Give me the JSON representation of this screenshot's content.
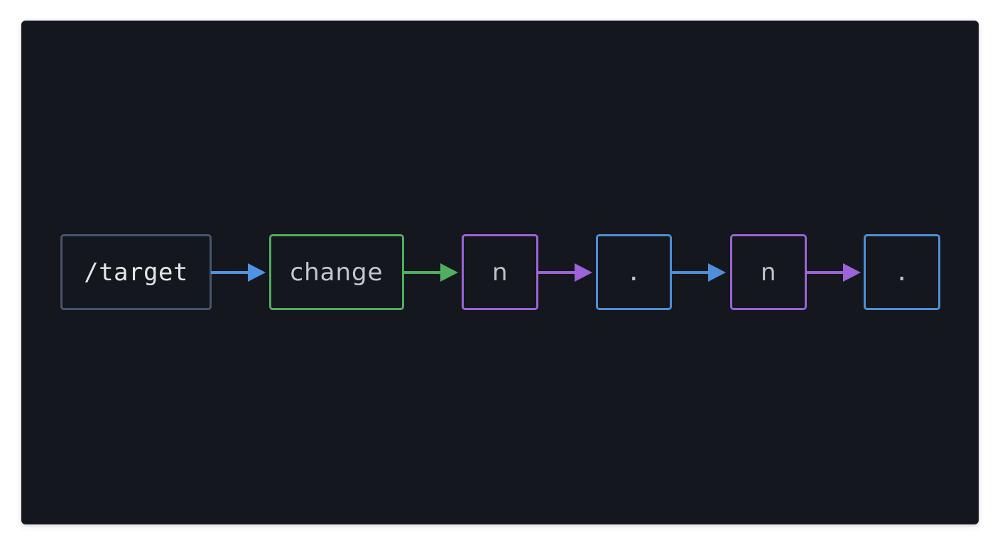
{
  "diagram": {
    "type": "flow-sequence",
    "background_color": "#14171d",
    "nodes": [
      {
        "id": "node-1",
        "label": "/target",
        "border_color": "#47556a"
      },
      {
        "id": "node-2",
        "label": "change",
        "border_color": "#4eae62"
      },
      {
        "id": "node-3",
        "label": "n",
        "border_color": "#9c64d6"
      },
      {
        "id": "node-4",
        "label": ".",
        "border_color": "#4f8ed8"
      },
      {
        "id": "node-5",
        "label": "n",
        "border_color": "#9c64d6"
      },
      {
        "id": "node-6",
        "label": ".",
        "border_color": "#4f8ed8"
      }
    ],
    "edges": [
      {
        "from": "node-1",
        "to": "node-2",
        "color": "#4f94e3"
      },
      {
        "from": "node-2",
        "to": "node-3",
        "color": "#4eae62"
      },
      {
        "from": "node-3",
        "to": "node-4",
        "color": "#9c64d6"
      },
      {
        "from": "node-4",
        "to": "node-5",
        "color": "#4f8ed8"
      },
      {
        "from": "node-5",
        "to": "node-6",
        "color": "#9c64d6"
      }
    ]
  }
}
